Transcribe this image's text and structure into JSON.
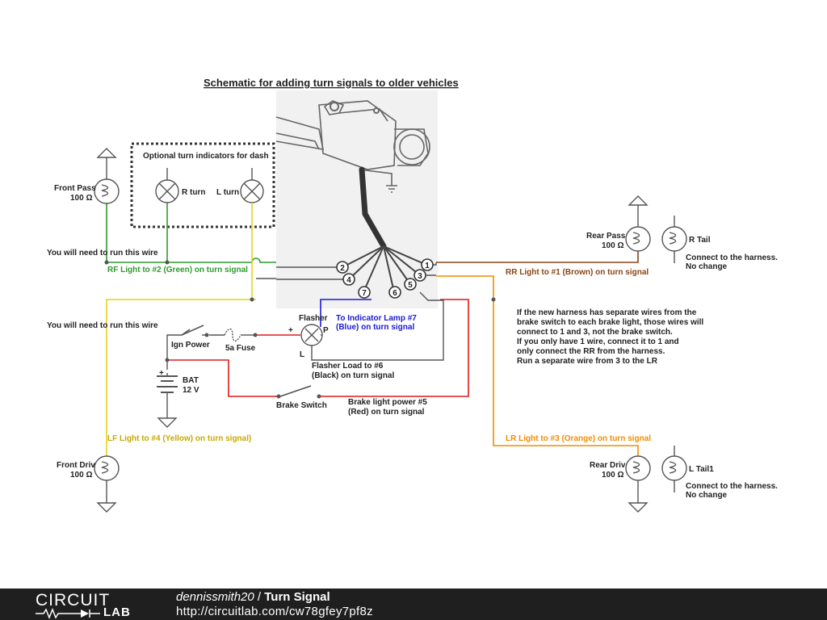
{
  "colors": {
    "green": "#2e9a2e",
    "yellow": "#e8d21a",
    "brown": "#8b4513",
    "orange": "#f28c00",
    "red": "#e01818",
    "blue": "#1a1ad0",
    "wire": "#555555",
    "footer": "#1f1f1f"
  },
  "diagram": {
    "title": "Schematic for adding turn signals to older vehicles",
    "dash_box_label": "Optional turn indicators for dash",
    "r_turn": "R turn",
    "l_turn": "L turn",
    "front_pass": "Front Pass",
    "front_pass_value": "100 Ω",
    "front_driv": "Front Driv",
    "front_driv_value": "100 Ω",
    "rear_pass": "Rear Pass",
    "rear_pass_value": "100 Ω",
    "rear_driv": "Rear Driv",
    "rear_driv_value": "100 Ω",
    "r_tail": "R Tail",
    "l_tail": "L Tail1",
    "harness_note_1": "Connect to the harness.",
    "harness_note_2": "No change",
    "run_wire_1": "You will need to run this wire",
    "run_wire_2": "You will need to run this wire",
    "rf_light_prefix": "RF Light to #2 (",
    "rf_light_color": "Green",
    "rf_light_suffix": ") on turn signal",
    "lf_light": "LF Light to #4 (Yellow) on turn signal)",
    "rr_light": "RR Light to #1 (Brown) on turn signal",
    "lr_light": "LR Light to #3 (Orange) on turn signal",
    "flasher": "Flasher",
    "flasher_p": "P",
    "flasher_l": "L",
    "plus": "+",
    "indicator_1": "To Indicator Lamp #7",
    "indicator_2": "(Blue) on turn signal",
    "ign_power": "Ign Power",
    "fuse": "5a Fuse",
    "bat": "BAT",
    "bat_voltage": "12 V",
    "flasher_load_1": "Flasher Load to #6",
    "flasher_load_2": "(Black) on turn signal",
    "brake_switch": "Brake Switch",
    "brake_power_1": "Brake light power #5",
    "brake_power_2": "(Red) on turn signal",
    "note_lines": [
      "If the new harness has separate wires from the",
      "brake switch to each brake light, those wires will",
      "connect to 1 and 3, not the brake switch.",
      "If you only have 1 wire, connect it to 1 and",
      "only connect the RR from the harness.",
      "Run a separate wire from 3 to the LR"
    ],
    "pins": [
      "1",
      "2",
      "3",
      "4",
      "5",
      "6",
      "7"
    ]
  },
  "footer": {
    "logo_top": "CIRCUIT",
    "logo_bottom": "LAB",
    "username": "dennissmith20",
    "separator": " / ",
    "project": "Turn Signal",
    "url": "http://circuitlab.com/cw78gfey7pf8z"
  }
}
